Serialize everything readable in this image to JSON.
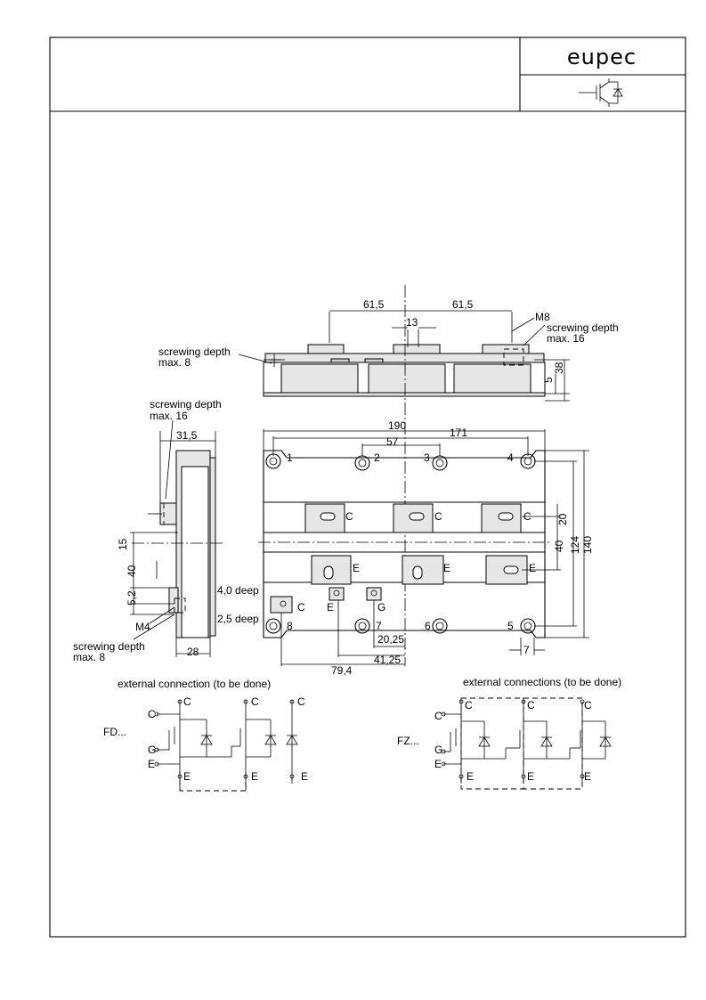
{
  "header": {
    "brand": "eupec",
    "symbol": "igbt-diode-icon"
  },
  "side_view_top": {
    "dim_a": "61,5",
    "dim_b": "61,5",
    "dim_c": "13",
    "thread_label": "M8",
    "screw_right_1": "screwing depth",
    "screw_right_2": "max. 16",
    "screw_left_1": "screwing depth",
    "screw_left_2": "max. 8",
    "dim_h1": "38",
    "dim_h2": "5"
  },
  "side_view_left": {
    "screw_1": "screwing depth",
    "screw_2": "max. 16",
    "dim_w": "31,5",
    "dim_15": "15",
    "dim_40": "40",
    "dim_52": "5,2",
    "thread": "M4",
    "screw_bottom_1": "screwing depth",
    "screw_bottom_2": "max. 8",
    "dim_28": "28"
  },
  "plan_view": {
    "dim_190": "190",
    "dim_171": "171",
    "dim_57": "57",
    "hole_1": "1",
    "hole_2": "2",
    "hole_3": "3",
    "hole_4": "4",
    "hole_5": "5",
    "hole_6": "6",
    "hole_7": "7",
    "hole_8": "8",
    "term_c": "C",
    "term_e": "E",
    "term_g": "G",
    "dim_20": "20",
    "dim_40": "40",
    "dim_124": "124",
    "dim_140": "140",
    "deep_40": "4,0 deep",
    "deep_25": "2,5 deep",
    "dim_2025": "20,25",
    "dim_4125": "41,25",
    "dim_794": "79,4",
    "dim_7": "7"
  },
  "schematic_fd": {
    "title": "external connection (to be done)",
    "name": "FD...",
    "c": "C",
    "e": "E",
    "g": "G"
  },
  "schematic_fz": {
    "title": "external connections (to be done)",
    "name": "FZ...",
    "c": "C",
    "e": "E",
    "g": "G"
  }
}
